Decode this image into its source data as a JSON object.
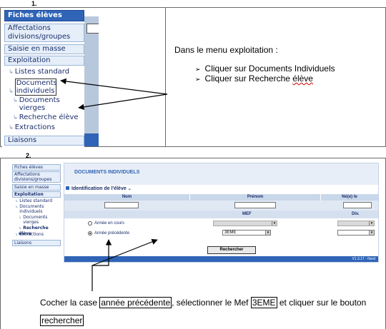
{
  "step1_label": "1.",
  "step2_label": "2.",
  "section1": {
    "menu": {
      "fiches": "Fiches élèves",
      "affectations": "Affectations divisions/groupes",
      "saisie": "Saisie en masse",
      "exploitation": "Exploitation",
      "listes": "Listes standard",
      "documents_individuels": "Documents individuels",
      "documents_vierges": "Documents vierges",
      "recherche_eleve": "Recherche élève",
      "extractions": "Extractions",
      "liaisons": "Liaisons"
    },
    "instructions": {
      "title": "Dans le menu exploitation :",
      "items": [
        "Cliquer sur Documents Individuels",
        "Cliquer sur Recherche ",
        "élève"
      ]
    }
  },
  "section2": {
    "menu": {
      "fiches": "Fiches élèves",
      "affectations": "Affectations divisions/groupes",
      "saisie": "Saisie en masse",
      "exploitation": "Exploitation",
      "listes": "Listes standard",
      "documents_individuels": "Documents individuels",
      "documents_vierges": "Documents vierges",
      "recherche_eleve": "Recherche élève",
      "extractions": "Extractions",
      "liaisons": "Liaisons"
    },
    "app": {
      "title": "DOCUMENTS INDIVIDUELS",
      "identification": "Identification de l'élève",
      "col_nom": "Nom",
      "col_prenom": "Prénom",
      "col_ne": "Né(e) le",
      "col_mef": "MEF",
      "col_div": "Div.",
      "annee_en_cours": "Année en cours",
      "annee_precedente": "Année précédente",
      "mef_selected": "3EME",
      "rechercher": "Rechercher",
      "version": "V1.3.17 - Nord"
    }
  },
  "paragraph": {
    "t1": "Cocher la case ",
    "b1": "année précédente",
    "t2": ", sélectionner le Mef ",
    "b2": "3EME",
    "t3": " et cliquer sur le bouton ",
    "b3": "rechercher"
  },
  "colors": {
    "menu_blue": "#2f64b7",
    "menu_light": "#e5eef9",
    "text_navy": "#1b2f6b",
    "spell_red": "#d00000"
  }
}
